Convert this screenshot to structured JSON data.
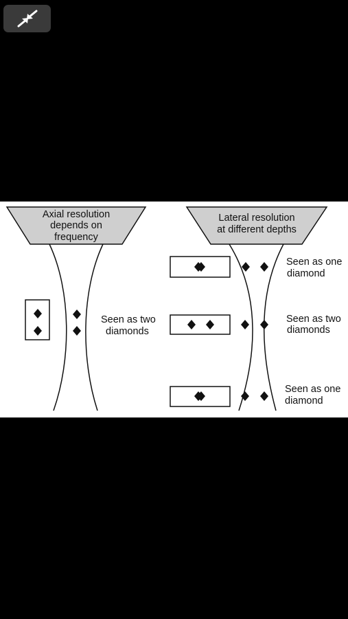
{
  "toolbar": {
    "exit_fullscreen_icon": "collapse-arrows-icon"
  },
  "colors": {
    "background": "#000000",
    "panel": "#ffffff",
    "funnel_fill": "#cfcfcf",
    "ink": "#111111",
    "button": "#3a3a3a"
  },
  "diagram": {
    "axial": {
      "title_lines": [
        "Axial resolution",
        "depends on",
        "frequency"
      ],
      "caption_lines": [
        "Seen as two",
        "diamonds"
      ]
    },
    "lateral": {
      "title_lines": [
        "Lateral resolution",
        "at different depths"
      ],
      "captions": [
        [
          "Seen as one",
          "diamond"
        ],
        [
          "Seen as two",
          "diamonds"
        ],
        [
          "Seen as one",
          "diamond"
        ]
      ]
    }
  }
}
